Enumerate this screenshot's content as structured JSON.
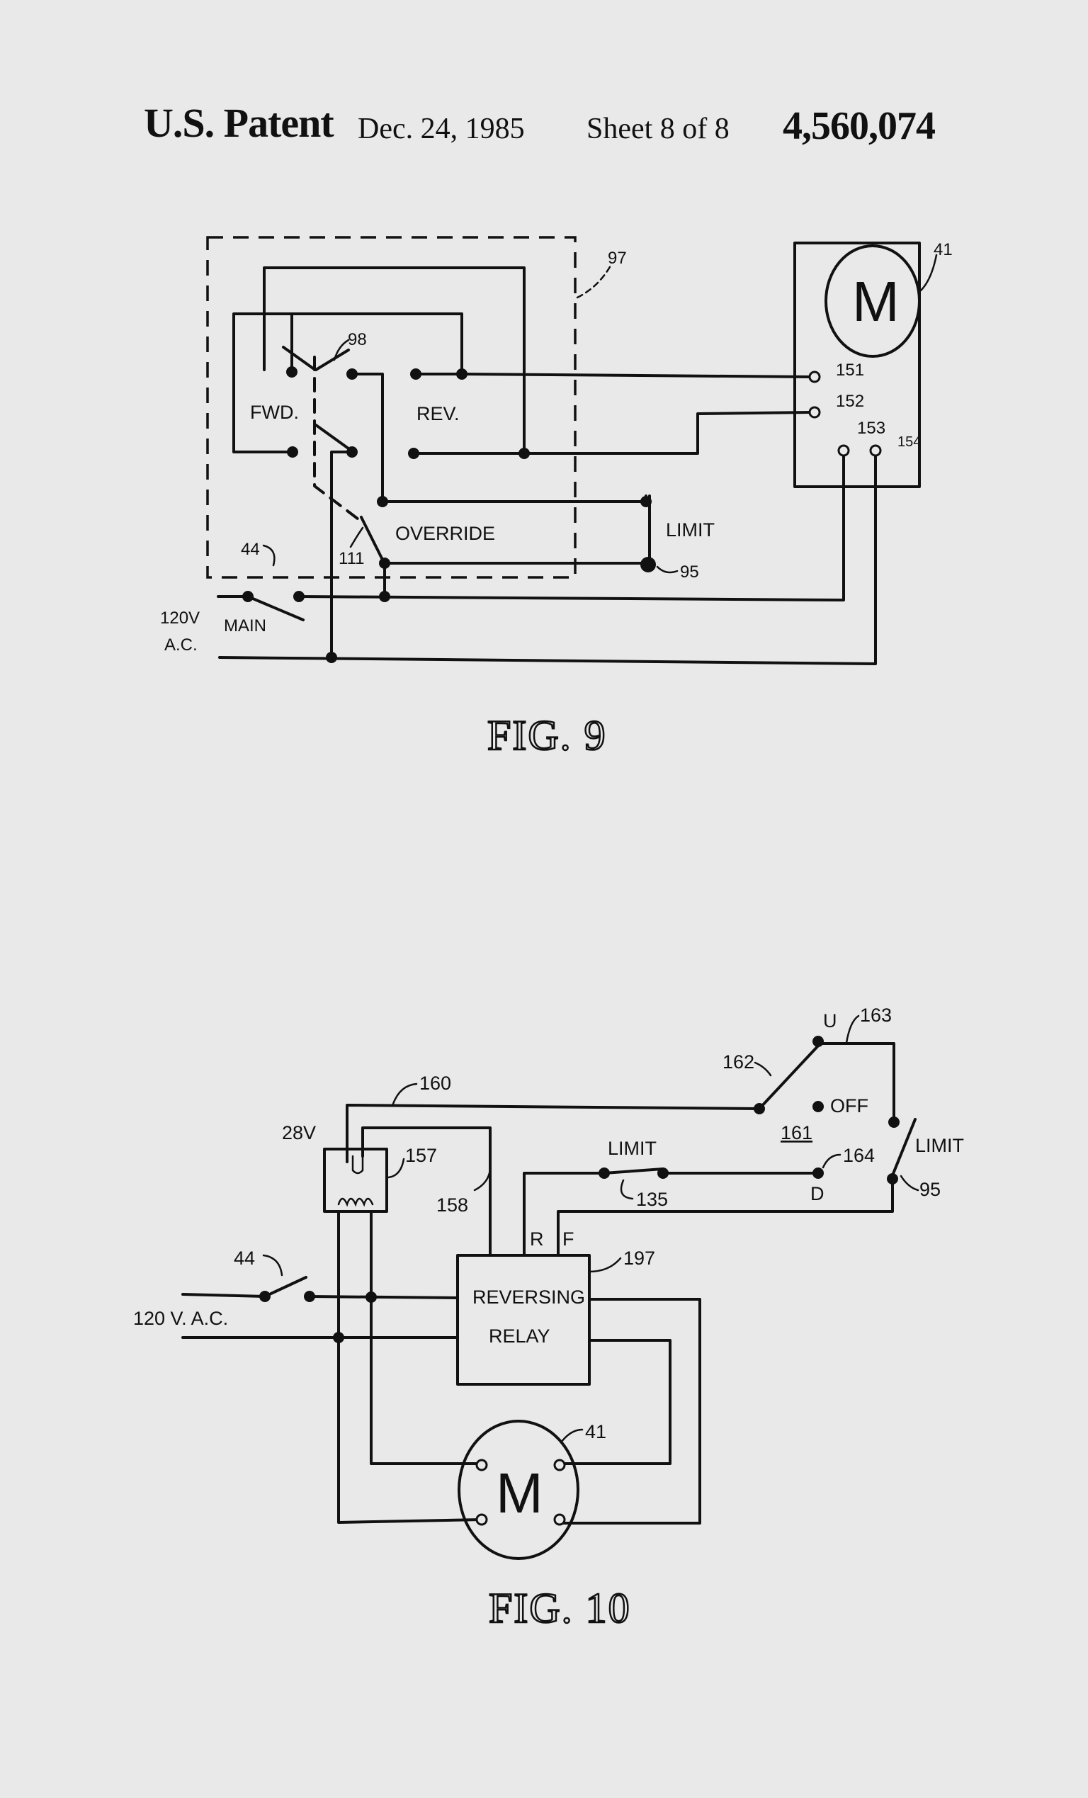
{
  "header": {
    "title": "U.S. Patent",
    "date": "Dec. 24, 1985",
    "sheet": "Sheet 8 of 8",
    "number": "4,560,074"
  },
  "fig9": {
    "caption": "FIG. 9",
    "labels": {
      "box_ref": "97",
      "switch_ref": "98",
      "motor_ref": "41",
      "motor": "M",
      "fwd": "FWD.",
      "rev": "REV.",
      "override": "OVERRIDE",
      "override_ref": "111",
      "limit": "LIMIT",
      "limit_ref": "95",
      "main_ref": "44",
      "main": "MAIN",
      "supply_line1": "120V",
      "supply_line2": "A.C.",
      "t151": "151",
      "t152": "152",
      "t153": "153",
      "t154": "154"
    }
  },
  "fig10": {
    "caption": "FIG. 10",
    "labels": {
      "transformer_voltage": "28V",
      "wire_160": "160",
      "transformer_ref": "157",
      "wire_158": "158",
      "main_ref": "44",
      "supply": "120 V. A.C.",
      "relay_line1": "REVERSING",
      "relay_line2": "RELAY",
      "relay_ref": "197",
      "r": "R",
      "f": "F",
      "limit_switch": "LIMIT",
      "limit_switch_ref": "135",
      "switch_ref": "162",
      "u": "U",
      "u_ref": "163",
      "off": "OFF",
      "off_ref": "161",
      "d_ref": "164",
      "d": "D",
      "limit": "LIMIT",
      "limit_ref": "95",
      "motor_ref": "41",
      "motor": "M"
    }
  }
}
